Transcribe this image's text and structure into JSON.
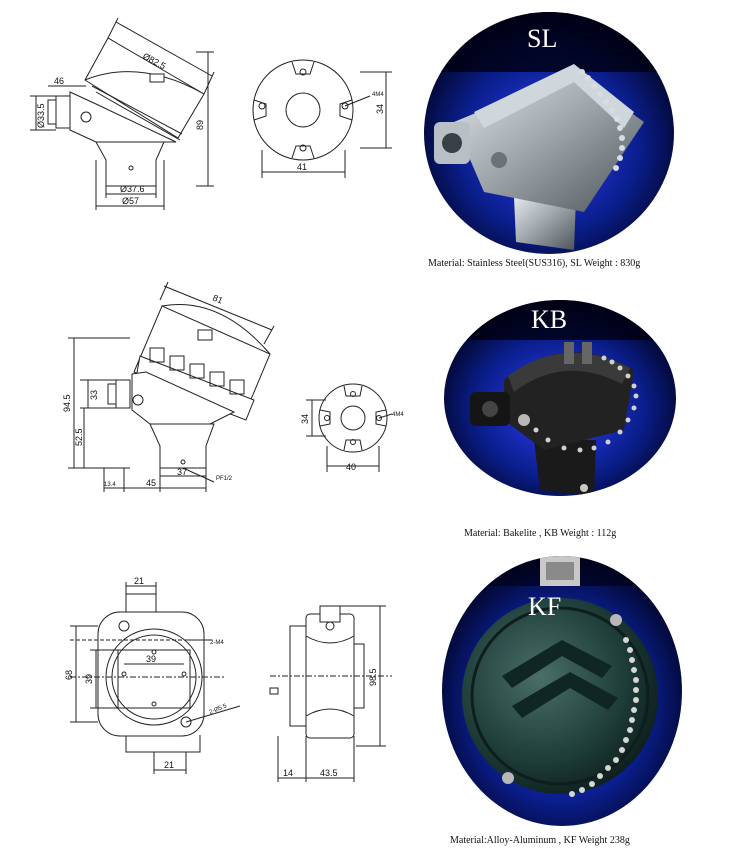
{
  "products": [
    {
      "code": "SL",
      "caption": "Material:  Stainless Steel(SUS316),  SL    Weight : 830g",
      "dimensions": {
        "cover_diameter": "Ø82.5",
        "offset": "46",
        "thread_diameter": "Ø33.5",
        "height": "89",
        "inner_diameter": "Ø37.6",
        "base_diameter": "Ø57",
        "thread": "4M4",
        "hole_spacing_v": "34",
        "hole_spacing_h": "41"
      },
      "colors": {
        "body": "#9aa2a8",
        "background": "#0a1e8c"
      }
    },
    {
      "code": "KB",
      "caption": "Material:       Bakelite      ,    KB   Weight :  112g",
      "dimensions": {
        "cover_width": "81",
        "overall_height": "94.5",
        "connector": "33",
        "base_height": "52.5",
        "offset": "13.4",
        "base_width": "45",
        "bore": "37",
        "thread_label": "PF1/2",
        "hole_spacing_v": "34",
        "thread": "4M4",
        "hole_spacing_h": "40"
      },
      "colors": {
        "body": "#1a1a1a",
        "background": "#0a1e8c"
      }
    },
    {
      "code": "KF",
      "caption": "Material:Alloy-Aluminum  ,  KF   Weight 238g",
      "dimensions": {
        "top_width": "21",
        "height": "68",
        "inner_height": "39",
        "inner_width": "39",
        "thread_top": "2-M4",
        "thread_bottom": "2-Ø5.5",
        "bottom_width": "21",
        "side_height": "98.5",
        "flange": "14",
        "depth": "43.5"
      },
      "colors": {
        "body": "#1f3e3a",
        "background": "#0a1e8c"
      }
    }
  ]
}
